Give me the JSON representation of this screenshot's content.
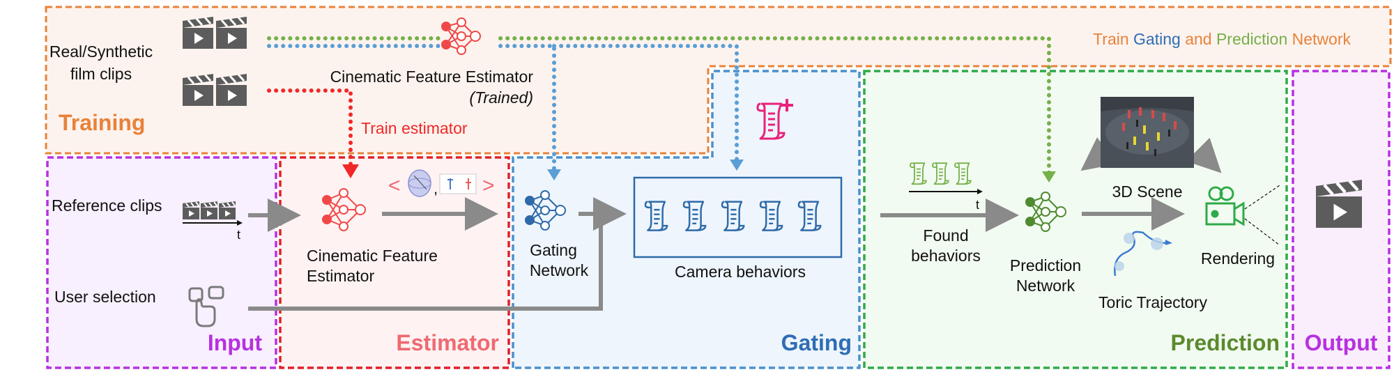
{
  "colors": {
    "training": "#e8823a",
    "input": "#b730e0",
    "estimator": "#e0202a",
    "estimator_title": "#ee6a72",
    "gating": "#4a90cc",
    "gating_title": "#2e6db4",
    "prediction": "#2faa48",
    "prediction_title": "#5a8a2e",
    "green_arrow": "#76b04a",
    "red_arrow": "#f02828",
    "blue_arrow": "#5a9ed6",
    "gray_arrow": "#8a8a8a",
    "nn_red": "#f04848",
    "nn_blue": "#2e6aa8",
    "nn_green": "#4e8a2e",
    "script_pink": "#e8227a"
  },
  "training": {
    "film_label_1": "Real/Synthetic",
    "film_label_2": "film clips",
    "title": "Training",
    "estimator_label": "Cinematic Feature Estimator",
    "estimator_trained": "(Trained)",
    "train_estimator": "Train estimator",
    "train_network": {
      "w1": "Train",
      "w2": "Gating",
      "w3": "and",
      "w4": "Prediction",
      "w5": "Network"
    }
  },
  "input": {
    "reference_clips": "Reference clips",
    "t": "t",
    "user_selection": "User selection",
    "title": "Input"
  },
  "estimator": {
    "label_1": "Cinematic Feature",
    "label_2": "Estimator",
    "bracket_left": "<",
    "bracket_right": ">",
    "comma": ",",
    "title": "Estimator"
  },
  "gating": {
    "label_1": "Gating",
    "label_2": "Network",
    "camera_behaviors": "Camera behaviors",
    "title": "Gating"
  },
  "prediction": {
    "t": "t",
    "found_1": "Found",
    "found_2": "behaviors",
    "network_1": "Prediction",
    "network_2": "Network",
    "scene": "3D Scene",
    "toric": "Toric Trajectory",
    "rendering": "Rendering",
    "title": "Prediction"
  },
  "output": {
    "title": "Output"
  },
  "icons": {
    "clapper": "clapperboard-icon",
    "network": "neural-network-icon",
    "script": "script-scroll-icon",
    "camera": "video-camera-icon",
    "touch": "touch-selection-icon",
    "scene": "3d-scene-thumbnail",
    "toric": "toric-trajectory-icon",
    "sphere": "toric-sphere-icon"
  }
}
